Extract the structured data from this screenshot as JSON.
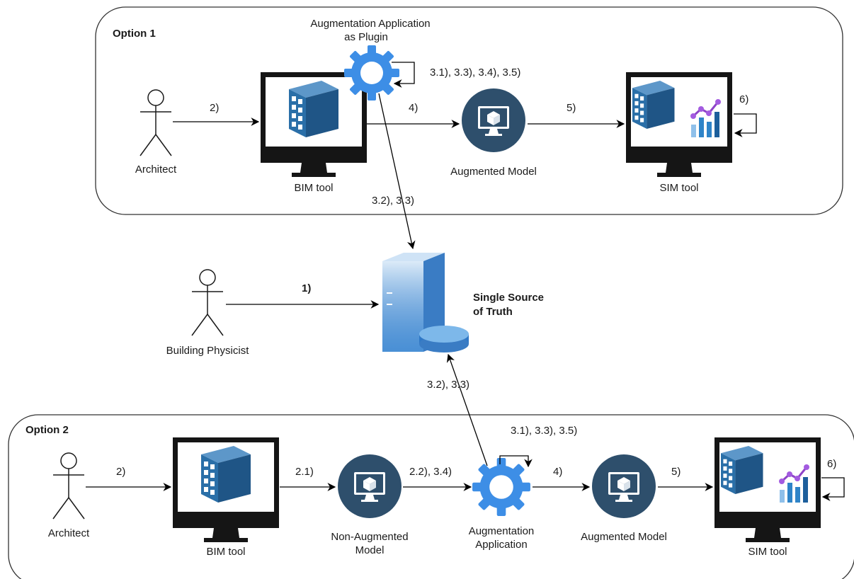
{
  "option1": {
    "title": "Option 1",
    "plugin_label_line1": "Augmentation Application",
    "plugin_label_line2": "as Plugin",
    "actor": "Architect",
    "bim_tool": "BIM tool",
    "augmented_model": "Augmented Model",
    "sim_tool": "SIM tool",
    "edges": {
      "architect_to_bim": "2)",
      "plugin_self": "3.1), 3.3), 3.4), 3.5)",
      "bim_to_augmented": "4)",
      "augmented_to_sim": "5)",
      "sim_self": "6)",
      "plugin_to_ssot": "3.2), 3.3)"
    }
  },
  "center": {
    "actor": "Building Physicist",
    "edge_physicist_to_ssot": "1)",
    "ssot_line1": "Single Source",
    "ssot_line2": "of Truth"
  },
  "option2": {
    "title": "Option 2",
    "actor": "Architect",
    "bim_tool": "BIM tool",
    "non_augmented_line1": "Non-Augmented",
    "non_augmented_line2": "Model",
    "augmentation_line1": "Augmentation",
    "augmentation_line2": "Application",
    "augmented_model": "Augmented Model",
    "sim_tool": "SIM tool",
    "edges": {
      "architect_to_bim": "2)",
      "bim_to_non_augmented": "2.1)",
      "non_augmented_to_augmentation": "2.2), 3.4)",
      "augmentation_self": "3.1), 3.3), 3.5)",
      "augmentation_to_augmented": "4)",
      "augmented_to_sim": "5)",
      "sim_self": "6)",
      "augmentation_to_ssot": "3.2), 3.3)"
    }
  },
  "colors": {
    "gear": "#3d8ee6",
    "model_circle": "#2e4f6c",
    "building": "#2a6fa8",
    "monitor": "#151515",
    "server": "#5b9fdf",
    "chart_bars": "#2f84c8",
    "chart_line": "#8e44c8"
  },
  "icons": {
    "actor": "stick-figure-icon",
    "monitor": "monitor-icon",
    "building": "building-icon",
    "gear": "gear-icon",
    "model": "model-cube-icon",
    "server": "server-database-icon",
    "chart": "chart-icon"
  }
}
